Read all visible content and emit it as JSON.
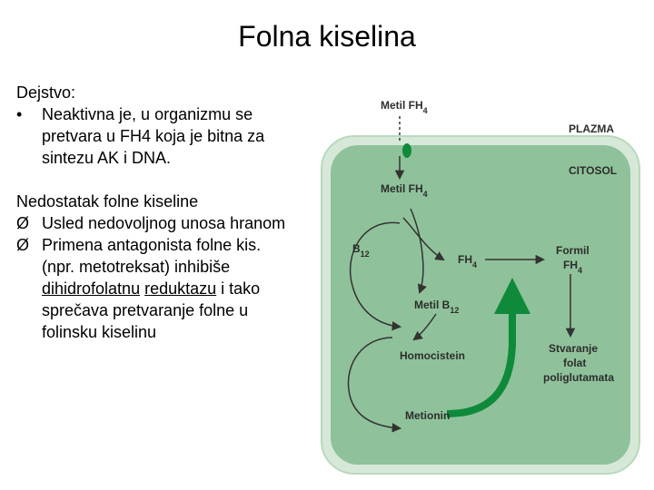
{
  "slide": {
    "title": "Folna kiselina",
    "section1": {
      "heading": "Dejstvo:",
      "bullet_marker": "•",
      "bullets": [
        "Neaktivna je, u organizmu se pretvara u FH4 koja je bitna za sintezu AK i DNA."
      ]
    },
    "section2": {
      "heading": "Nedostatak folne kiseline",
      "bullet_marker": "Ø",
      "bullet1": "Usled nedovoljnog unosa hranom",
      "bullet2_part1": "Primena antagonista folne kis. (npr. metotreksat) inhibiše ",
      "bullet2_underlined1": "dihidrofolatnu",
      "bullet2_underlined2": "reduktazu",
      "bullet2_part2": " i tako sprečava pretvaranje folne u folinsku kiselinu"
    }
  },
  "diagram": {
    "metil_fh4_top": "Metil FH",
    "metil_fh4_top_sub": "4",
    "plazma": "PLAZMA",
    "citosol": "CITOSOL",
    "metil_fh4_inner": "Metil FH",
    "metil_fh4_inner_sub": "4",
    "b12": "B",
    "b12_sub": "12",
    "fh4": "FH",
    "fh4_sub": "4",
    "formil": "Formil",
    "formil_fh4": "FH",
    "formil_fh4_sub": "4",
    "metil_b12": "Metil B",
    "metil_b12_sub": "12",
    "homocistein": "Homocistein",
    "stvaranje": "Stvaranje",
    "folat": "folat",
    "poliglutamata": "poliglutamata",
    "metionin": "Metionin",
    "colors": {
      "outer_cell": "#d6e8d8",
      "inner_cell": "#8fc29a",
      "membrane_stroke": "#b9d8bd",
      "arrow": "#333333",
      "green_arrow": "#0e8a3a"
    }
  }
}
